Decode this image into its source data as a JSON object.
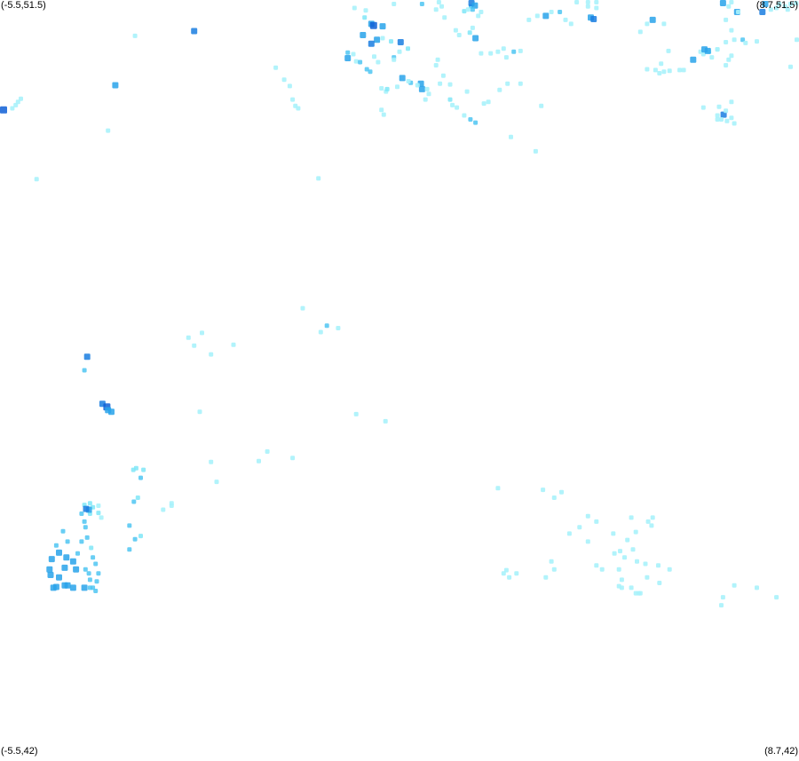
{
  "corners": {
    "top_left": "(-5.5,51.5)",
    "top_right": "(8.7,51.5)",
    "bottom_left": "(-5.5,42)",
    "bottom_right": "(8.7,42)"
  },
  "extent": {
    "lon": [
      -5.5,
      8.7
    ],
    "lat": [
      42,
      51.5
    ]
  },
  "colors": {
    "background": "#ffffff",
    "palette": [
      "#a8f2fb",
      "#7fe6f7",
      "#4fc6f2",
      "#29a3ea",
      "#1a7ee0",
      "#0e5fd6"
    ]
  },
  "marker_shape": "square",
  "chart_data": {
    "type": "scatter",
    "x_range": [
      -5.5,
      8.7
    ],
    "y_range": [
      42,
      51.5
    ],
    "note_density_levels": "0=lightest,5=darkest",
    "points": [
      [
        -5.5,
        50.12,
        5
      ],
      [
        -5.28,
        50.14,
        0
      ],
      [
        -5.22,
        50.18,
        0
      ],
      [
        -5.18,
        50.22,
        0
      ],
      [
        -5.13,
        50.26,
        0
      ],
      [
        -3.1,
        51.05,
        0
      ],
      [
        -2.05,
        51.11,
        4
      ],
      [
        -3.45,
        50.43,
        3
      ],
      [
        -3.58,
        49.86,
        0
      ],
      [
        -4.85,
        49.25,
        0
      ],
      [
        -0.3,
        50.25,
        0
      ],
      [
        0.16,
        49.26,
        0
      ],
      [
        -1.91,
        47.32,
        0
      ],
      [
        -2.15,
        47.26,
        0
      ],
      [
        -2.05,
        47.16,
        0
      ],
      [
        -1.75,
        47.05,
        0
      ],
      [
        -1.35,
        47.17,
        0
      ],
      [
        -0.12,
        47.63,
        0
      ],
      [
        0.31,
        47.41,
        2
      ],
      [
        0.2,
        47.33,
        0
      ],
      [
        0.51,
        47.38,
        0
      ],
      [
        -0.75,
        45.83,
        0
      ],
      [
        -0.9,
        45.71,
        0
      ],
      [
        -1.65,
        45.45,
        0
      ],
      [
        -0.6,
        50.65,
        0
      ],
      [
        -0.45,
        50.5,
        0
      ],
      [
        -0.35,
        50.42,
        0
      ],
      [
        -0.25,
        50.17,
        0
      ],
      [
        -0.2,
        50.14,
        0
      ],
      [
        0.8,
        51.4,
        0
      ],
      [
        1.0,
        51.37,
        0
      ],
      [
        1.5,
        51.45,
        0
      ],
      [
        2.0,
        51.45,
        2
      ],
      [
        2.4,
        51.28,
        0
      ],
      [
        0.98,
        51.28,
        1
      ],
      [
        1.1,
        51.2,
        3
      ],
      [
        1.14,
        51.18,
        5
      ],
      [
        1.3,
        51.17,
        3
      ],
      [
        0.95,
        51.06,
        3
      ],
      [
        1.2,
        51.0,
        3
      ],
      [
        1.3,
        51.02,
        0
      ],
      [
        1.1,
        50.95,
        4
      ],
      [
        1.45,
        50.98,
        1
      ],
      [
        1.62,
        50.97,
        4
      ],
      [
        1.75,
        50.89,
        1
      ],
      [
        1.6,
        50.85,
        0
      ],
      [
        0.68,
        50.84,
        2
      ],
      [
        0.78,
        50.82,
        0
      ],
      [
        0.68,
        50.77,
        3
      ],
      [
        0.83,
        50.73,
        0
      ],
      [
        0.9,
        50.72,
        2
      ],
      [
        1.15,
        50.79,
        0
      ],
      [
        1.22,
        50.72,
        0
      ],
      [
        1.02,
        50.63,
        2
      ],
      [
        1.08,
        50.6,
        2
      ],
      [
        1.5,
        50.78,
        2
      ],
      [
        1.5,
        50.75,
        0
      ],
      [
        1.65,
        50.52,
        3
      ],
      [
        1.8,
        50.46,
        2
      ],
      [
        1.76,
        50.48,
        0
      ],
      [
        1.98,
        50.45,
        3
      ],
      [
        2.0,
        50.38,
        3
      ],
      [
        1.92,
        50.43,
        0
      ],
      [
        1.56,
        50.41,
        0
      ],
      [
        1.28,
        50.12,
        0
      ],
      [
        1.32,
        50.06,
        0
      ],
      [
        2.09,
        50.38,
        0
      ],
      [
        2.12,
        50.32,
        0
      ],
      [
        2.5,
        50.44,
        0
      ],
      [
        2.38,
        50.55,
        0
      ],
      [
        2.32,
        50.45,
        0
      ],
      [
        1.28,
        50.39,
        0
      ],
      [
        1.36,
        50.35,
        0
      ],
      [
        1.38,
        50.38,
        1
      ],
      [
        2.25,
        50.68,
        0
      ],
      [
        2.28,
        50.75,
        0
      ],
      [
        2.6,
        51.12,
        0
      ],
      [
        2.66,
        51.06,
        0
      ],
      [
        2.85,
        51.09,
        1
      ],
      [
        2.95,
        51.02,
        3
      ],
      [
        2.9,
        51.15,
        0
      ],
      [
        2.25,
        51.38,
        0
      ],
      [
        2.35,
        51.42,
        0
      ],
      [
        2.3,
        51.48,
        0
      ],
      [
        2.87,
        51.42,
        2
      ],
      [
        2.88,
        51.48,
        4
      ],
      [
        2.94,
        51.43,
        3
      ],
      [
        3.0,
        51.3,
        0
      ],
      [
        3.5,
        50.78,
        0
      ],
      [
        2.5,
        50.25,
        1
      ],
      [
        2.54,
        50.18,
        0
      ],
      [
        2.62,
        50.15,
        0
      ],
      [
        2.86,
        50.0,
        2
      ],
      [
        2.95,
        49.96,
        2
      ],
      [
        3.9,
        51.25,
        0
      ],
      [
        4.05,
        51.3,
        0
      ],
      [
        4.2,
        51.3,
        3
      ],
      [
        4.3,
        51.35,
        0
      ],
      [
        4.45,
        51.35,
        2
      ],
      [
        4.55,
        51.25,
        0
      ],
      [
        4.65,
        51.2,
        0
      ],
      [
        3.05,
        50.83,
        0
      ],
      [
        3.22,
        50.83,
        0
      ],
      [
        3.35,
        50.85,
        0
      ],
      [
        3.45,
        50.89,
        0
      ],
      [
        3.63,
        50.85,
        2
      ],
      [
        3.75,
        50.86,
        0
      ],
      [
        3.1,
        50.2,
        0
      ],
      [
        3.18,
        50.22,
        0
      ],
      [
        3.38,
        50.37,
        0
      ],
      [
        3.52,
        50.45,
        0
      ],
      [
        3.75,
        50.45,
        0
      ],
      [
        2.06,
        50.25,
        0
      ],
      [
        4.12,
        50.17,
        0
      ],
      [
        4.75,
        51.5,
        0
      ],
      [
        4.95,
        51.42,
        0
      ],
      [
        4.95,
        51.55,
        0
      ],
      [
        5.0,
        51.28,
        3
      ],
      [
        5.05,
        51.26,
        4
      ],
      [
        5.1,
        51.4,
        0
      ],
      [
        5.1,
        51.5,
        0
      ],
      [
        2.75,
        51.36,
        1
      ],
      [
        2.82,
        51.38,
        0
      ],
      [
        2.9,
        51.38,
        2
      ],
      [
        3.05,
        51.35,
        0
      ],
      [
        2.8,
        50.35,
        0
      ],
      [
        2.75,
        50.05,
        0
      ],
      [
        3.58,
        49.78,
        0
      ],
      [
        4.02,
        49.6,
        0
      ],
      [
        6.0,
        50.63,
        0
      ],
      [
        6.15,
        50.62,
        0
      ],
      [
        6.22,
        50.58,
        0
      ],
      [
        6.3,
        50.6,
        0
      ],
      [
        6.4,
        50.61,
        0
      ],
      [
        6.58,
        50.62,
        0
      ],
      [
        6.65,
        50.62,
        0
      ],
      [
        6.82,
        50.75,
        3
      ],
      [
        6.95,
        50.85,
        0
      ],
      [
        7.0,
        50.82,
        0
      ],
      [
        7.1,
        50.85,
        0
      ],
      [
        7.25,
        50.88,
        0
      ],
      [
        7.4,
        50.97,
        0
      ],
      [
        7.5,
        51.12,
        0
      ],
      [
        7.95,
        50.98,
        0
      ],
      [
        8.05,
        51.35,
        4
      ],
      [
        8.2,
        51.38,
        0
      ],
      [
        8.3,
        51.4,
        0
      ],
      [
        8.1,
        51.45,
        3
      ],
      [
        8.35,
        51.45,
        0
      ],
      [
        8.45,
        51.42,
        0
      ],
      [
        8.55,
        51.45,
        0
      ],
      [
        8.65,
        51.46,
        0
      ],
      [
        8.5,
        51.38,
        0
      ],
      [
        6.1,
        51.25,
        3
      ],
      [
        6.3,
        51.2,
        0
      ],
      [
        6.0,
        51.2,
        0
      ],
      [
        5.88,
        51.1,
        0
      ],
      [
        7.02,
        50.88,
        3
      ],
      [
        7.08,
        50.86,
        3
      ],
      [
        7.15,
        50.78,
        0
      ],
      [
        6.25,
        50.7,
        0
      ],
      [
        6.38,
        50.86,
        0
      ],
      [
        8.55,
        50.66,
        0
      ],
      [
        9.0,
        51.0,
        0
      ],
      [
        7.5,
        51.48,
        0
      ],
      [
        7.45,
        51.42,
        0
      ],
      [
        7.35,
        51.5,
        3
      ],
      [
        7.6,
        51.35,
        3
      ],
      [
        7.62,
        51.35,
        0
      ],
      [
        7.4,
        51.25,
        0
      ],
      [
        7.55,
        51.0,
        0
      ],
      [
        7.7,
        51.0,
        2
      ],
      [
        7.75,
        50.96,
        0
      ],
      [
        7.5,
        50.8,
        0
      ],
      [
        7.45,
        50.75,
        0
      ],
      [
        7.4,
        50.68,
        0
      ],
      [
        7.25,
        50.88,
        0
      ],
      [
        7.5,
        50.22,
        0
      ],
      [
        7.25,
        50.05,
        0
      ],
      [
        7.0,
        50.15,
        0
      ],
      [
        7.28,
        50.16,
        0
      ],
      [
        7.36,
        50.06,
        4
      ],
      [
        7.25,
        50.0,
        0
      ],
      [
        7.32,
        50.0,
        0
      ],
      [
        7.42,
        49.98,
        0
      ],
      [
        7.55,
        49.95,
        0
      ],
      [
        7.4,
        50.11,
        0
      ],
      [
        7.5,
        50.02,
        0
      ],
      [
        -4.0,
        46.85,
        2
      ],
      [
        -3.95,
        47.02,
        4
      ],
      [
        -3.68,
        46.43,
        4
      ],
      [
        -3.6,
        46.39,
        5
      ],
      [
        -3.58,
        46.35,
        3
      ],
      [
        -3.52,
        46.33,
        3
      ],
      [
        -3.12,
        45.2,
        2
      ],
      [
        -3.08,
        45.62,
        1
      ],
      [
        -3.0,
        45.5,
        2
      ],
      [
        -2.95,
        45.6,
        1
      ],
      [
        -3.13,
        45.6,
        1
      ],
      [
        -3.2,
        44.9,
        2
      ],
      [
        -3.05,
        45.25,
        1
      ],
      [
        -3.1,
        44.73,
        2
      ],
      [
        -3.2,
        44.6,
        2
      ],
      [
        -3.0,
        44.77,
        1
      ],
      [
        -4.5,
        44.65,
        2
      ],
      [
        -4.45,
        44.56,
        3
      ],
      [
        -4.32,
        44.5,
        3
      ],
      [
        -4.35,
        44.37,
        3
      ],
      [
        -4.45,
        44.25,
        3
      ],
      [
        -4.35,
        44.15,
        3
      ],
      [
        -4.5,
        44.13,
        3
      ],
      [
        -4.55,
        44.12,
        3
      ],
      [
        -4.3,
        44.15,
        3
      ],
      [
        -4.2,
        44.12,
        3
      ],
      [
        -4.0,
        44.12,
        3
      ],
      [
        -3.9,
        44.12,
        2
      ],
      [
        -3.85,
        44.12,
        2
      ],
      [
        -3.8,
        44.08,
        2
      ],
      [
        -3.78,
        44.2,
        2
      ],
      [
        -3.75,
        44.3,
        2
      ],
      [
        -3.8,
        44.42,
        2
      ],
      [
        -3.85,
        44.5,
        2
      ],
      [
        -3.88,
        44.62,
        1
      ],
      [
        -3.95,
        44.75,
        2
      ],
      [
        -3.98,
        44.88,
        2
      ],
      [
        -4.0,
        44.95,
        2
      ],
      [
        -4.05,
        45.05,
        2
      ],
      [
        -4.0,
        45.16,
        1
      ],
      [
        -3.9,
        45.18,
        1
      ],
      [
        -3.85,
        45.13,
        1
      ],
      [
        -3.75,
        45.15,
        0
      ],
      [
        -3.75,
        45.06,
        1
      ],
      [
        -3.7,
        45.0,
        0
      ],
      [
        -3.9,
        45.05,
        1
      ],
      [
        -3.92,
        44.3,
        2
      ],
      [
        -4.15,
        44.35,
        3
      ],
      [
        -4.2,
        44.45,
        3
      ],
      [
        -4.12,
        44.55,
        2
      ],
      [
        -4.05,
        44.7,
        2
      ],
      [
        -4.3,
        44.7,
        2
      ],
      [
        -4.38,
        44.83,
        2
      ],
      [
        -3.98,
        44.35,
        2
      ],
      [
        -3.9,
        44.22,
        2
      ],
      [
        -4.62,
        44.35,
        3
      ],
      [
        -4.6,
        44.28,
        3
      ],
      [
        -4.58,
        44.48,
        3
      ],
      [
        -3.92,
        45.1,
        3
      ],
      [
        -3.97,
        45.11,
        4
      ],
      [
        4.95,
        45.02,
        0
      ],
      [
        4.8,
        44.88,
        0
      ],
      [
        4.62,
        44.8,
        0
      ],
      [
        5.1,
        44.95,
        0
      ],
      [
        4.95,
        44.7,
        0
      ],
      [
        5.2,
        44.35,
        0
      ],
      [
        5.4,
        44.8,
        0
      ],
      [
        5.1,
        44.4,
        0
      ],
      [
        5.55,
        44.22,
        0
      ],
      [
        5.75,
        44.6,
        0
      ],
      [
        5.82,
        44.45,
        0
      ],
      [
        6.0,
        44.25,
        0
      ],
      [
        5.5,
        44.35,
        0
      ],
      [
        5.42,
        44.55,
        0
      ],
      [
        5.65,
        44.72,
        0
      ],
      [
        5.8,
        44.82,
        0
      ],
      [
        5.5,
        44.14,
        0
      ],
      [
        5.55,
        44.12,
        0
      ],
      [
        5.72,
        44.12,
        0
      ],
      [
        5.8,
        44.05,
        0
      ],
      [
        5.85,
        44.05,
        0
      ],
      [
        5.97,
        44.42,
        0
      ],
      [
        5.6,
        44.5,
        0
      ],
      [
        6.02,
        44.95,
        0
      ],
      [
        6.1,
        45.0,
        0
      ],
      [
        6.08,
        44.9,
        0
      ],
      [
        5.88,
        44.05,
        0
      ],
      [
        5.52,
        44.58,
        0
      ],
      [
        5.72,
        45.0,
        0
      ],
      [
        6.22,
        44.18,
        0
      ],
      [
        6.4,
        44.35,
        0
      ],
      [
        6.2,
        44.4,
        0
      ],
      [
        4.15,
        45.35,
        0
      ],
      [
        4.35,
        45.25,
        0
      ],
      [
        4.48,
        45.32,
        0
      ],
      [
        4.35,
        44.35,
        0
      ],
      [
        4.2,
        44.25,
        0
      ],
      [
        4.3,
        44.45,
        0
      ],
      [
        -2.6,
        45.1,
        0
      ],
      [
        -2.45,
        45.15,
        0
      ],
      [
        -2.45,
        45.18,
        0
      ],
      [
        -1.75,
        45.7,
        0
      ],
      [
        -1.95,
        46.33,
        0
      ],
      [
        -0.3,
        45.75,
        0
      ],
      [
        1.35,
        46.21,
        0
      ],
      [
        0.83,
        46.3,
        0
      ],
      [
        3.5,
        44.34,
        0
      ],
      [
        3.55,
        44.25,
        0
      ],
      [
        3.45,
        44.3,
        0
      ],
      [
        3.68,
        44.3,
        0
      ],
      [
        3.35,
        45.37,
        0
      ],
      [
        7.35,
        44.0,
        0
      ],
      [
        7.32,
        43.9,
        0
      ],
      [
        7.55,
        44.15,
        0
      ],
      [
        7.95,
        44.12,
        0
      ],
      [
        8.3,
        44.0,
        0
      ]
    ]
  }
}
